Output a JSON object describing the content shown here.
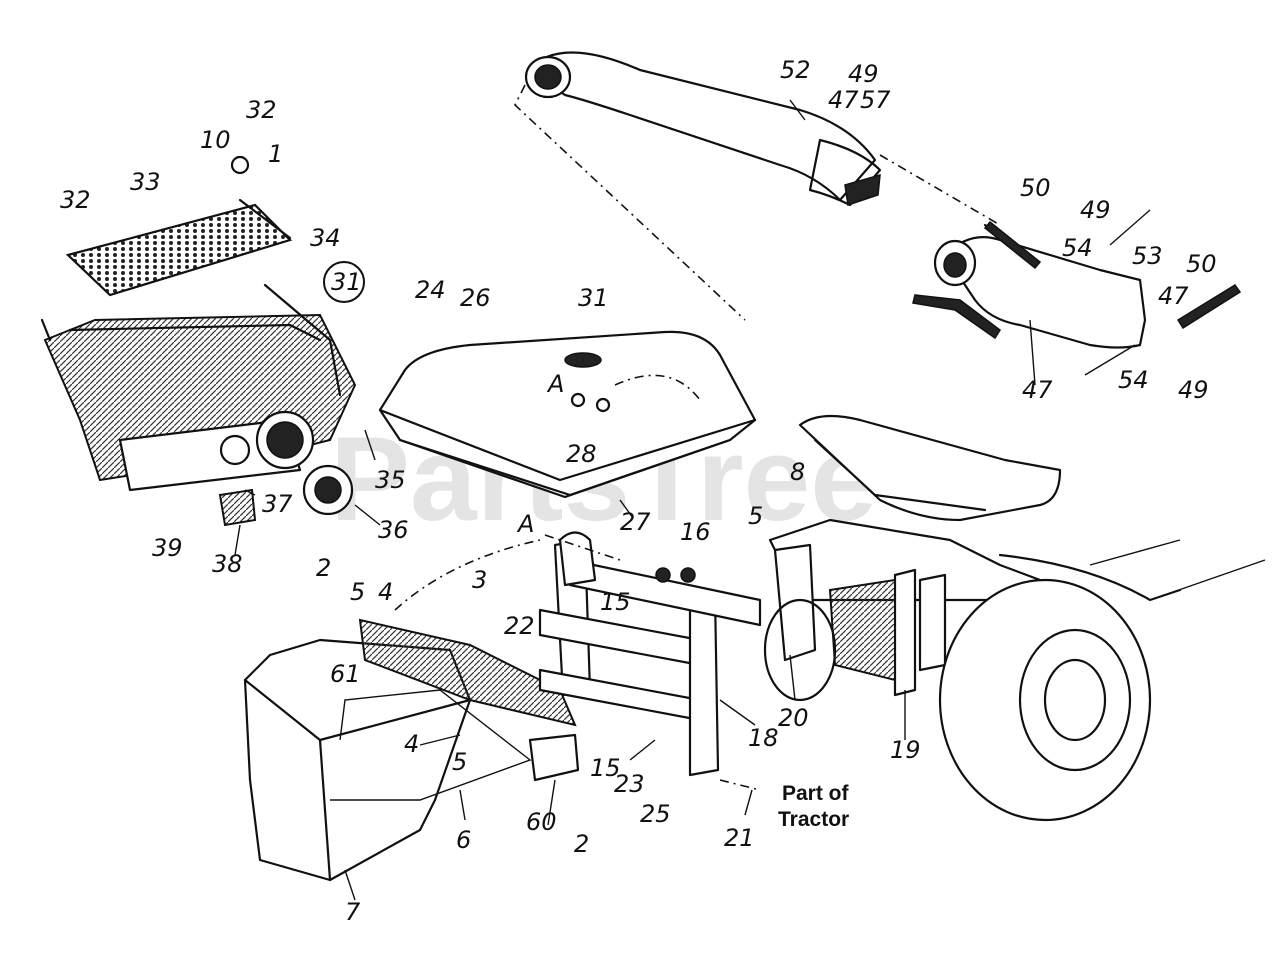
{
  "watermark": "PartsTree",
  "tractor_label_line1": "Part of",
  "tractor_label_line2": "Tractor",
  "circled_ref": "31",
  "ref_marker_a": "A",
  "callouts": {
    "c52": "52",
    "c49a": "49",
    "c47a": "47",
    "c57": "57",
    "c50a": "50",
    "c49b": "49",
    "c54a": "54",
    "c53": "53",
    "c50b": "50",
    "c47b": "47",
    "c47c": "47",
    "c54b": "54",
    "c49c": "49",
    "c32a": "32",
    "c10": "10",
    "c1": "1",
    "c33": "33",
    "c32b": "32",
    "c34": "34",
    "c24": "24",
    "c26": "26",
    "c31": "31",
    "c28": "28",
    "c27": "27",
    "c35": "35",
    "c36": "36",
    "c37": "37",
    "c38": "38",
    "c39": "39",
    "c8": "8",
    "c5a": "5",
    "c16": "16",
    "c2a": "2",
    "c5b": "5",
    "c4a": "4",
    "c3": "3",
    "c61": "61",
    "c15a": "15",
    "c22": "22",
    "c20": "20",
    "c19": "19",
    "c18": "18",
    "c4b": "4",
    "c5c": "5",
    "c15b": "15",
    "c23": "23",
    "c25": "25",
    "c6": "6",
    "c60": "60",
    "c2b": "2",
    "c21": "21",
    "c7": "7",
    "c16b": "A"
  }
}
